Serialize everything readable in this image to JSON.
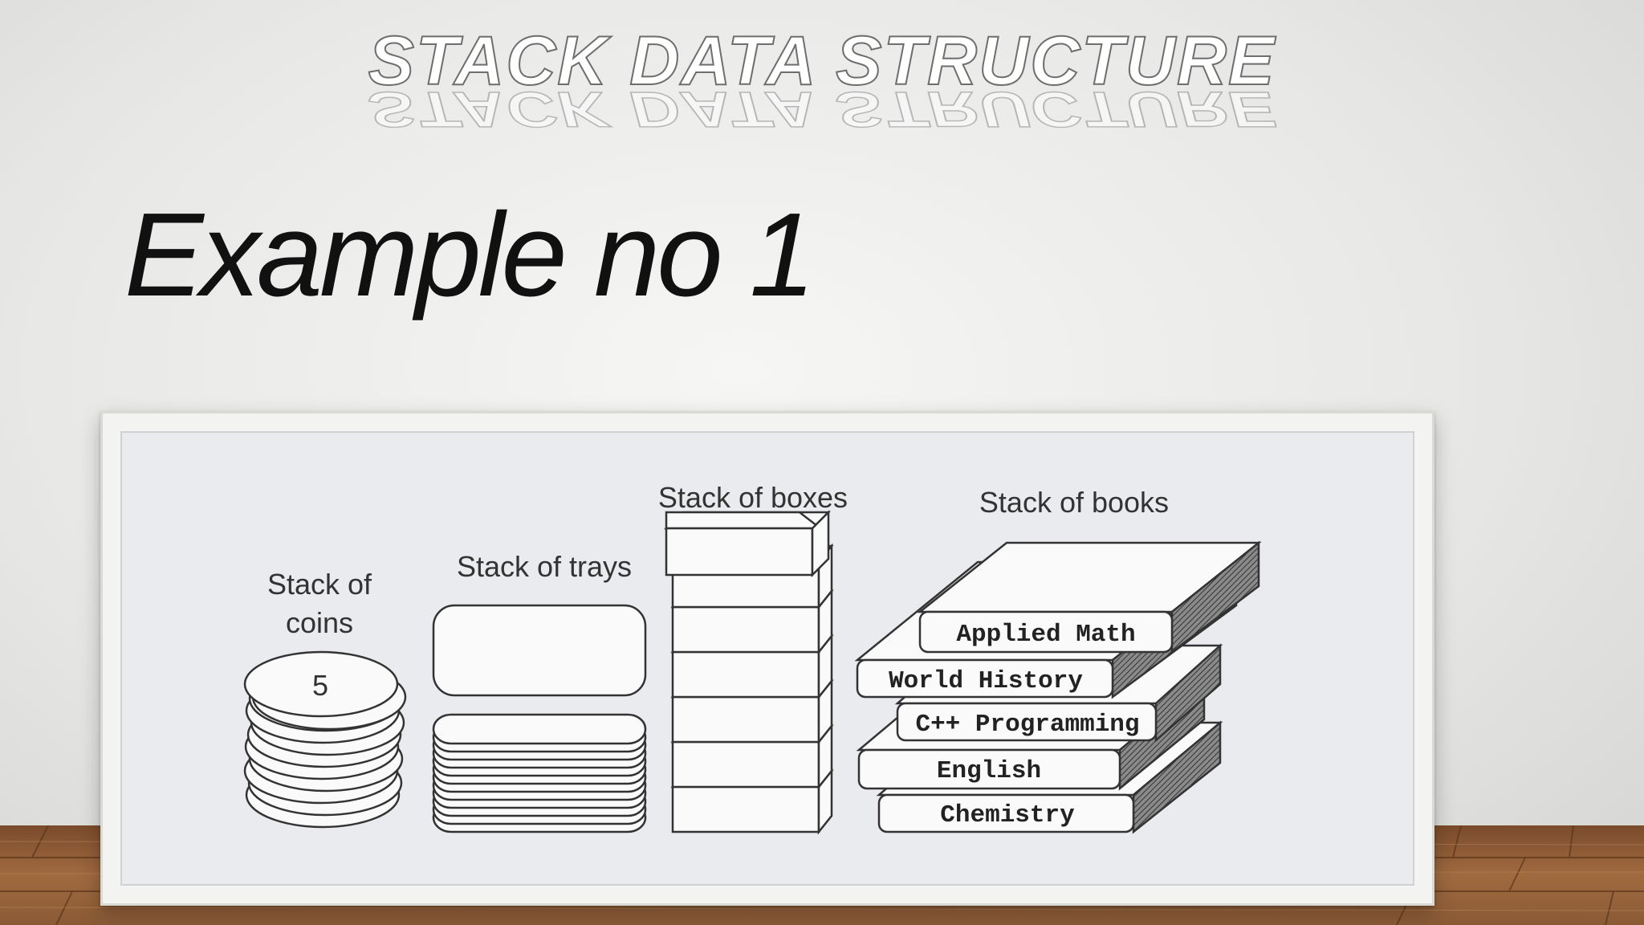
{
  "slide": {
    "title": "STACK DATA STRUCTURE",
    "subtitle": "Example no 1"
  },
  "illustration": {
    "coins": {
      "label_line1": "Stack of",
      "label_line2": "coins",
      "top_coin_value": "5"
    },
    "trays": {
      "label": "Stack of trays"
    },
    "boxes": {
      "label": "Stack of boxes"
    },
    "books": {
      "label": "Stack of books",
      "titles": [
        "Applied Math",
        "World History",
        "C++ Programming",
        "English",
        "Chemistry"
      ]
    }
  },
  "colors": {
    "wall": "#e8e8e6",
    "floor": "#8a5a35",
    "frame": "#f3f3f1",
    "title_stroke": "#6e6e6e"
  }
}
